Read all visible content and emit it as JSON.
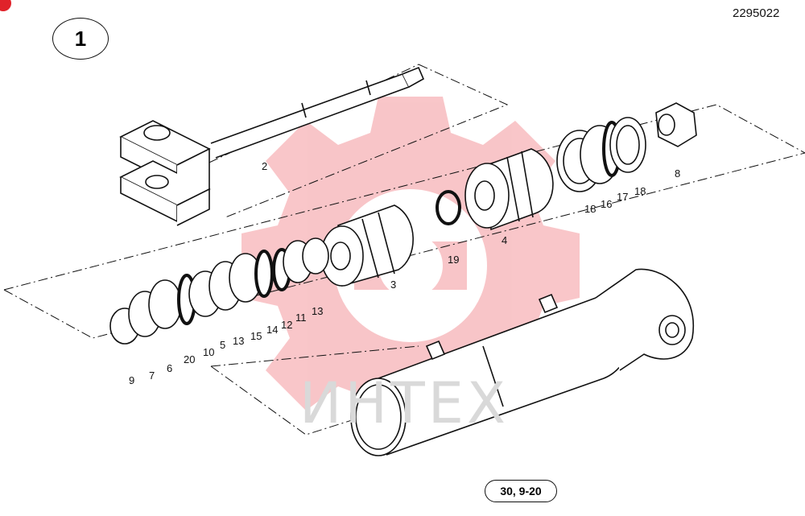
{
  "document_number": "2295022",
  "figure_number": "1",
  "page_reference": "30, 9-20",
  "watermark": "ИНТЕХ",
  "callouts": [
    {
      "id": "2",
      "label": "2"
    },
    {
      "id": "3",
      "label": "3"
    },
    {
      "id": "4",
      "label": "4"
    },
    {
      "id": "19",
      "label": "19"
    },
    {
      "id": "8",
      "label": "8"
    },
    {
      "id": "18a",
      "label": "18"
    },
    {
      "id": "16",
      "label": "16"
    },
    {
      "id": "17",
      "label": "17"
    },
    {
      "id": "18b",
      "label": "18"
    },
    {
      "id": "9",
      "label": "9"
    },
    {
      "id": "7",
      "label": "7"
    },
    {
      "id": "6",
      "label": "6"
    },
    {
      "id": "20",
      "label": "20"
    },
    {
      "id": "10",
      "label": "10"
    },
    {
      "id": "5",
      "label": "5"
    },
    {
      "id": "13a",
      "label": "13"
    },
    {
      "id": "15",
      "label": "15"
    },
    {
      "id": "14",
      "label": "14"
    },
    {
      "id": "12",
      "label": "12"
    },
    {
      "id": "11",
      "label": "11"
    },
    {
      "id": "13b",
      "label": "13"
    }
  ],
  "colors": {
    "line": "#111111",
    "watermark": "#e8343c",
    "accent_dot": "#e0222a"
  }
}
